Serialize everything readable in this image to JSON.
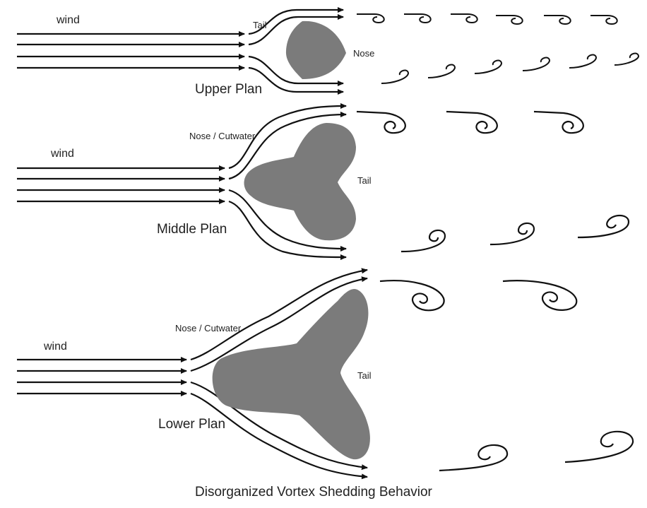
{
  "diagram": {
    "caption": "Disorganized Vortex Shedding Behavior",
    "fill_color": "#7b7b7b",
    "line_color": "#111111",
    "panels": [
      {
        "plan_label": "Upper Plan",
        "wind_label": "wind",
        "front_label": "Tail",
        "back_label": "Nose"
      },
      {
        "plan_label": "Middle Plan",
        "wind_label": "wind",
        "front_label": "Nose / Cutwater",
        "back_label": "Tail"
      },
      {
        "plan_label": "Lower Plan",
        "wind_label": "wind",
        "front_label": "Nose / Cutwater",
        "back_label": "Tail"
      }
    ]
  }
}
